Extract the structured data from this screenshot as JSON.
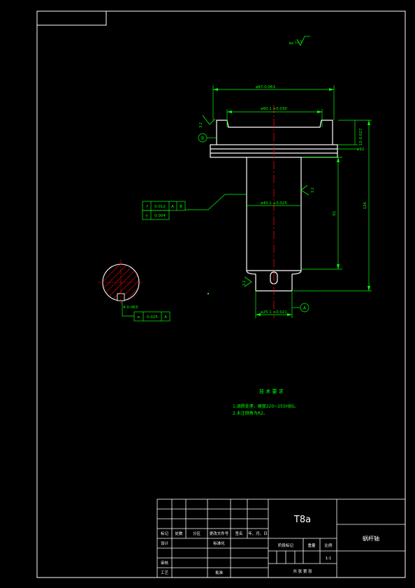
{
  "drawing": {
    "title_material": "T8a",
    "title_partname": "蜗杆轴",
    "roughness_general": "Ra 12.5",
    "dims": {
      "d_top_outer": "⌀87-0.063",
      "d_top_inner": "⌀60.1 +0.030",
      "d_flange": "⌀92",
      "d_shaft": "⌀40.1 +0.025",
      "d_neck": "⌀25.1 +0.021",
      "len_flange": "12-0.027",
      "len_shaft": "61",
      "len_total": "126",
      "keyway": "4-0.063",
      "rough_shoulder": "3.2",
      "rough_shaft": "3.2",
      "rough_neck": "3.2"
    },
    "datum_b": "B",
    "datum_a": "A",
    "tol_shaft": {
      "row1_symbol": "↗",
      "row1_value": "0.012",
      "row1_datum1": "A",
      "row1_datum2": "B",
      "row2_symbol": "⌭",
      "row2_value": "0.004"
    },
    "tol_key": {
      "symbol": "⌯",
      "value": "0.025",
      "datum": "A"
    },
    "notes": {
      "heading": "技 术 要 求",
      "line1": "1.调质处理，硬度220~255HBS。",
      "line2": "2.未注倒角为R2。"
    }
  },
  "title_block": {
    "row_marks": "标记",
    "row_count": "处数",
    "row_zone": "分区",
    "row_docno": "更改文件号",
    "row_sign": "签名",
    "row_date": "年、月、日",
    "design": "设计",
    "standard": "标准化",
    "review": "审核",
    "process": "工艺",
    "approve": "批准",
    "stage": "阶段标记",
    "weight": "重量",
    "scale": "比例",
    "scale_value": "1:1",
    "sheets": "共   张   第   张"
  },
  "colors": {
    "outline": "#ffffff",
    "dimension": "#00ff00",
    "centerline": "#ff0000",
    "hatch": "#ff0000",
    "text": "#00ff00"
  }
}
